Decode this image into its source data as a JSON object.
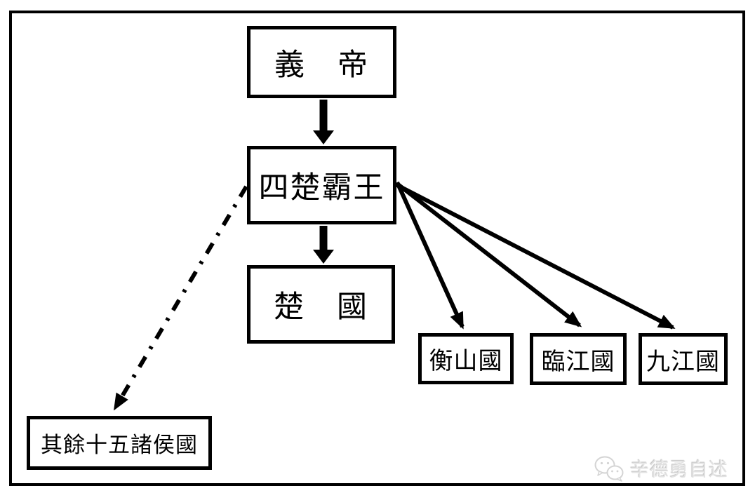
{
  "diagram": {
    "type": "flowchart",
    "nodes": {
      "yidi": {
        "label": "義　帝"
      },
      "xichu": {
        "label": "四楚霸王"
      },
      "chuguo": {
        "label": "楚　國"
      },
      "hengshan": {
        "label": "衡山國"
      },
      "linjiang": {
        "label": "臨江國"
      },
      "jiujiang": {
        "label": "九江國"
      },
      "qiyu": {
        "label": "其餘十五諸侯國"
      }
    },
    "edges": [
      {
        "from": "yidi",
        "to": "xichu",
        "style": "thick-solid-arrow"
      },
      {
        "from": "xichu",
        "to": "chuguo",
        "style": "thick-solid-arrow"
      },
      {
        "from": "xichu",
        "to": "hengshan",
        "style": "solid-arrow"
      },
      {
        "from": "xichu",
        "to": "linjiang",
        "style": "solid-arrow"
      },
      {
        "from": "xichu",
        "to": "jiujiang",
        "style": "solid-arrow"
      },
      {
        "from": "xichu",
        "to": "qiyu",
        "style": "dash-dot-arrow"
      }
    ]
  },
  "watermark": {
    "icon": "wechat-icon",
    "text": "辛德勇自述"
  },
  "colors": {
    "line": "#000000",
    "background": "#ffffff",
    "watermark_text": "#e2e2e2"
  }
}
